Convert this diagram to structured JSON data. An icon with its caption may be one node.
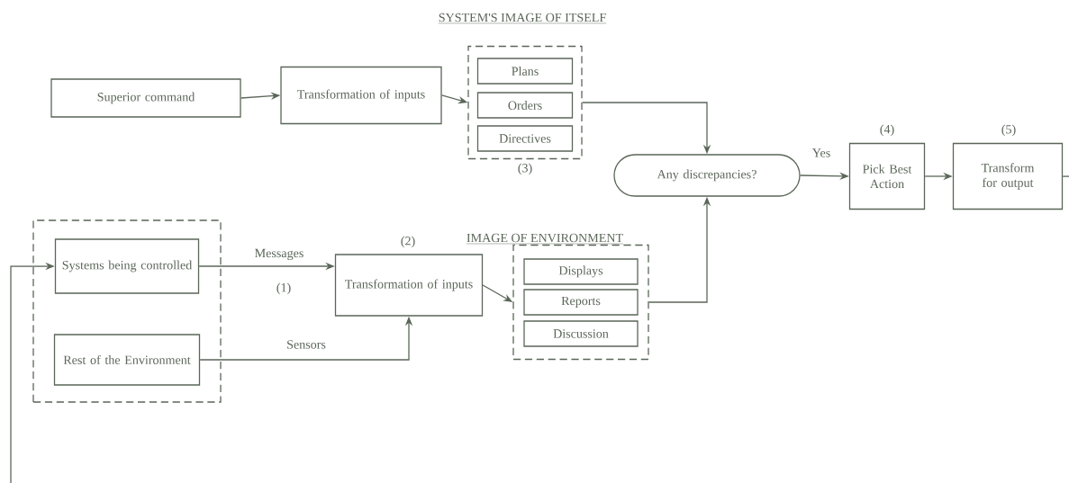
{
  "diagram": {
    "nodes": [
      {
        "text": [
          "Superior command"
        ]
      },
      {
        "text": [
          "Transformation of inputs"
        ]
      },
      {
        "text": [],
        "shape": "box",
        "beside": [
          "(3)"
        ]
      },
      {
        "text": [
          "Plans"
        ],
        "in": 2
      },
      {
        "text": [
          "Orders"
        ],
        "in": 2
      },
      {
        "text": [
          "Directives"
        ],
        "in": 2
      },
      {
        "text": [
          "Any discrepancies?"
        ]
      },
      {
        "text": [
          "Pick Best Action"
        ],
        "beside": [
          "(4)"
        ]
      },
      {
        "text": [
          "Transform for output"
        ],
        "beside": [
          "(5)"
        ]
      },
      {
        "text": [],
        "shape": "box"
      },
      {
        "text": [
          "Systems being controlled"
        ],
        "in": 9
      },
      {
        "text": [
          "Rest of the Environment"
        ],
        "in": 9
      },
      {
        "text": [
          "Transformation of inputs"
        ],
        "beside": [
          "(2)"
        ]
      },
      {
        "text": [],
        "shape": "box"
      },
      {
        "text": [
          "Displays"
        ],
        "in": 13
      },
      {
        "text": [
          "Reports"
        ],
        "in": 13
      },
      {
        "text": [
          "Discussion"
        ],
        "in": 13
      }
    ],
    "edges": [
      {
        "from": 0,
        "to": 1,
        "arrow": "to"
      },
      {
        "from": 1,
        "to": 2,
        "arrow": "to"
      },
      {
        "from": 2,
        "to": 6,
        "arrow": "to"
      },
      {
        "from": 6,
        "to": 7,
        "arrow": "to",
        "label": "Yes"
      },
      {
        "from": 7,
        "to": 8,
        "arrow": "to"
      },
      {
        "from": 8,
        "to": null,
        "arrow": "none"
      },
      {
        "from": null,
        "to": 10,
        "arrow": "to"
      },
      {
        "from": 10,
        "to": 12,
        "arrow": "to",
        "label": "Messages"
      },
      {
        "from": 11,
        "to": 12,
        "arrow": "to",
        "label": "Sensors"
      },
      {
        "from": 12,
        "to": 13,
        "arrow": "to"
      },
      {
        "from": 13,
        "to": 6,
        "arrow": "to"
      }
    ],
    "labels": [
      "SYSTEM'S IMAGE OF ITSELF",
      "IMAGE OF ENVIRONMENT",
      "(1)"
    ]
  }
}
